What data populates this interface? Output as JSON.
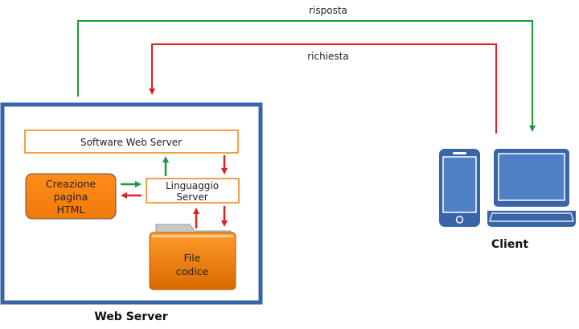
{
  "labels": {
    "response": "risposta",
    "request": "richiesta",
    "client": "Client",
    "web_server": "Web Server"
  },
  "boxes": {
    "software_web_server": "Software Web Server",
    "linguaggio_server": [
      "Linguaggio",
      "Server"
    ],
    "creazione_pagina": [
      "Creazione",
      "pagina",
      "HTML"
    ],
    "file_codice": [
      "File",
      "codice"
    ]
  },
  "colors": {
    "server_frame": "#3a64a8",
    "device_blue": "#3a64a8",
    "device_fill": "#4f7fc4",
    "orange": "#f68b1f",
    "orange_dark": "#d86f00",
    "box_border": "#f5a048",
    "arrow_green": "#1a9a3a",
    "arrow_red": "#e02020"
  },
  "icons": {
    "phone": "smartphone-icon",
    "laptop": "laptop-icon",
    "folder": "folder-icon"
  }
}
